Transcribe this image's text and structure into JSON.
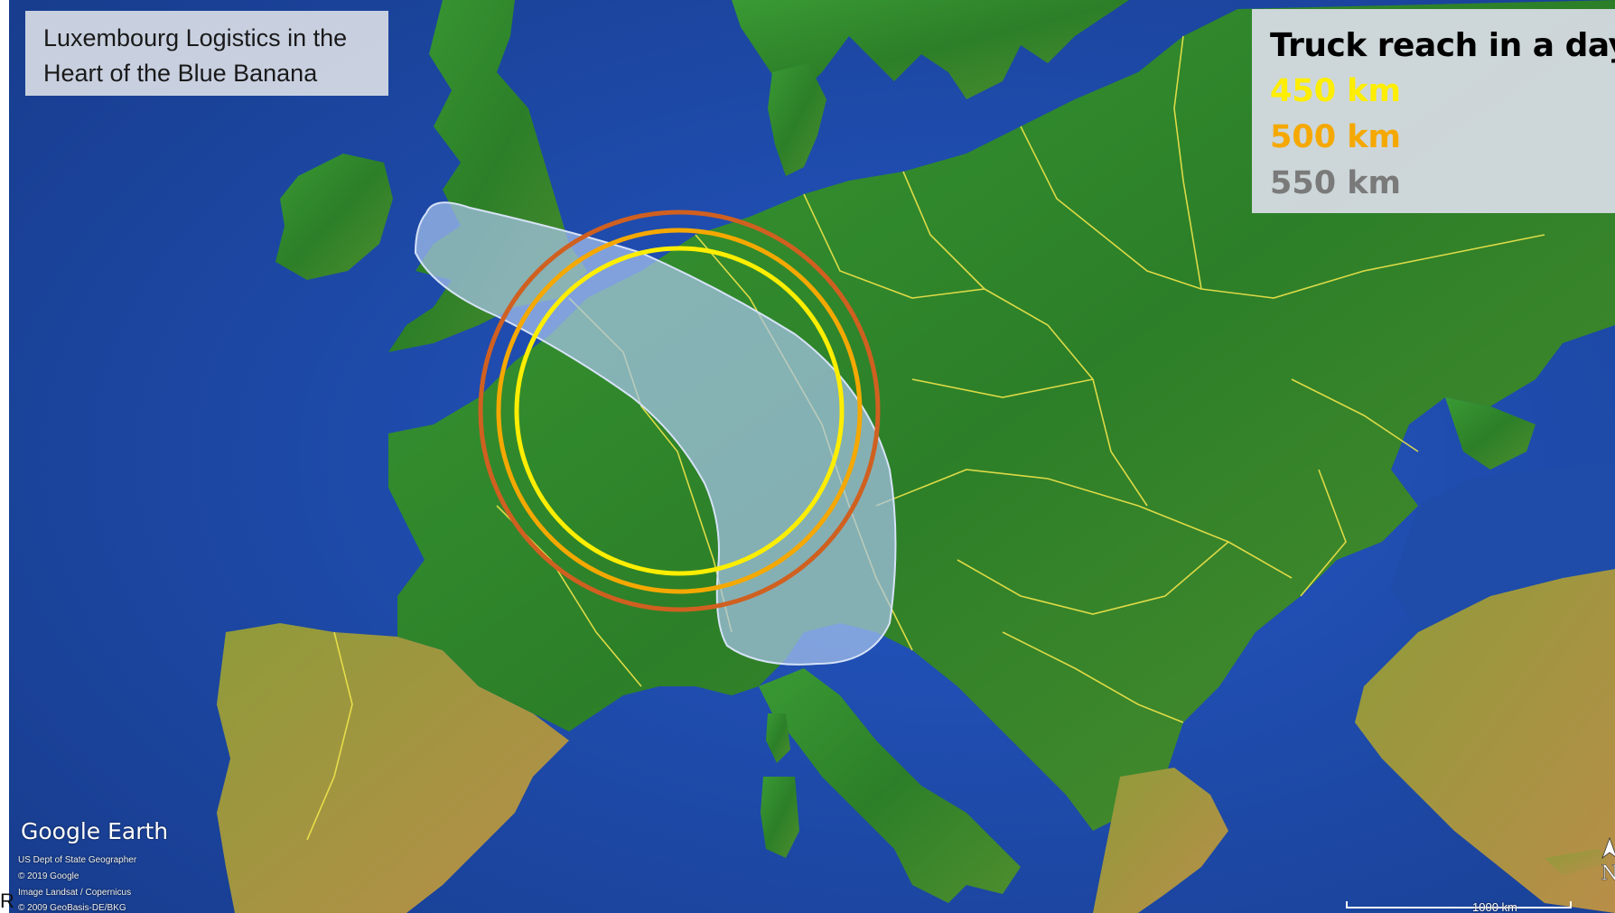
{
  "title": {
    "line1": "Luxembourg Logistics in the",
    "line2": "Heart of the Blue Banana"
  },
  "legend": {
    "title": "Truck reach in a day",
    "items": [
      {
        "label": "450 km",
        "color": "#ffee00"
      },
      {
        "label": "500 km",
        "color": "#f5a800"
      },
      {
        "label": "550 km",
        "color": "#7a7a7a"
      }
    ]
  },
  "reach_circles": [
    {
      "radius_km": 450,
      "color": "#ffee00"
    },
    {
      "radius_km": 500,
      "color": "#f5a800"
    },
    {
      "radius_km": 550,
      "color": "#d06020"
    }
  ],
  "blue_banana": {
    "fill": "#a9c4ee",
    "stroke": "#d6e3f7",
    "opacity": 0.7
  },
  "colors": {
    "sea": "#1f4fb5",
    "deep_sea": "#183f92",
    "land": "#2e8a2a",
    "border": "#f0e44a",
    "arid_land": "#b49a4a"
  },
  "credits": {
    "logo": "Google Earth",
    "lines": [
      "US Dept of State Geographer",
      "© 2019 Google",
      "Image Landsat / Copernicus",
      "© 2009 GeoBasis-DE/BKG"
    ]
  },
  "scale": {
    "label": "1000 km"
  },
  "compass": {
    "label": "N"
  },
  "corner_letter": "R"
}
